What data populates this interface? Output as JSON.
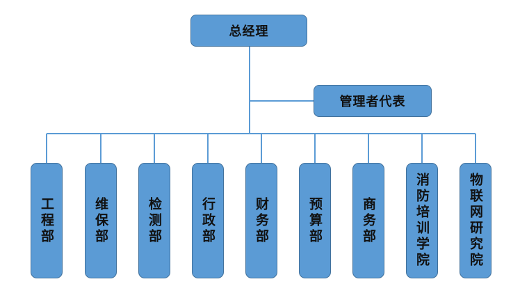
{
  "org": {
    "root": "总经理",
    "representative": "管理者代表",
    "departments": [
      "工程部",
      "维保部",
      "检测部",
      "行政部",
      "财务部",
      "预算部",
      "商务部",
      "消防培训学院",
      "物联网研究院"
    ]
  },
  "colors": {
    "box_fill": "#5b9bd5",
    "box_border": "#41719c",
    "connector": "#5b9bd5"
  }
}
